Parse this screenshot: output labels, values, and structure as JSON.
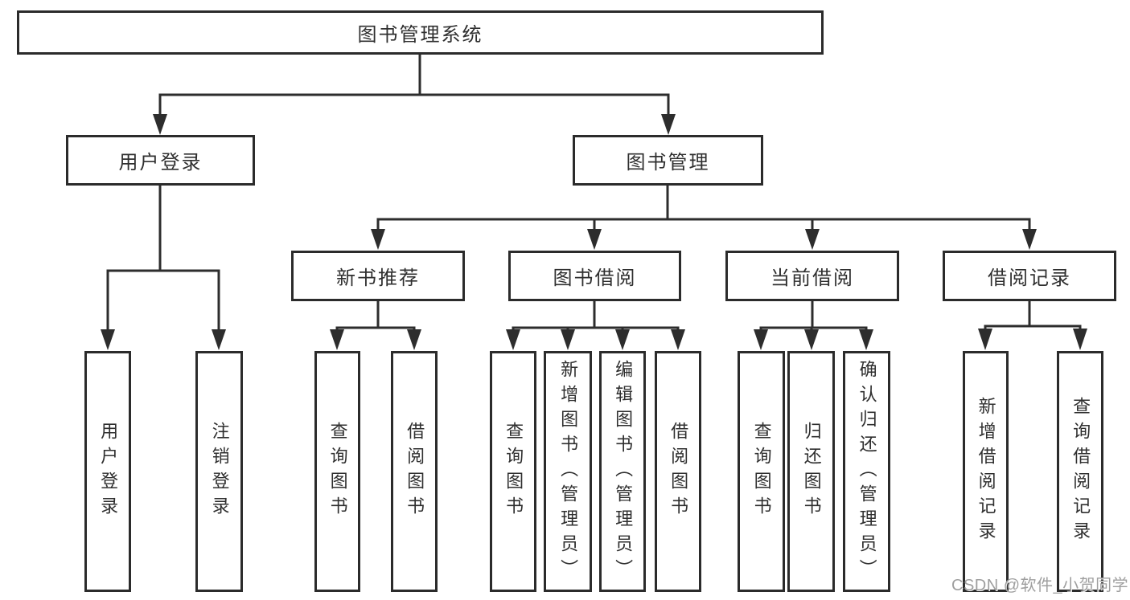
{
  "colors": {
    "background": "#ffffff",
    "line": "#2d2d2d",
    "text": "#2f2f2f",
    "watermark": "#9f9f9f"
  },
  "watermark": {
    "text": "CSDN @软件_小贺同学"
  },
  "tree": {
    "root": {
      "label": "图书管理系统"
    },
    "branches": [
      {
        "label": "用户登录",
        "children": [
          {
            "label": "用户登录"
          },
          {
            "label": "注销登录"
          }
        ]
      },
      {
        "label": "图书管理",
        "children": [
          {
            "label": "新书推荐",
            "children": [
              {
                "label": "查询图书"
              },
              {
                "label": "借阅图书"
              }
            ]
          },
          {
            "label": "图书借阅",
            "children": [
              {
                "label": "查询图书"
              },
              {
                "label": "新增图书（管理员）"
              },
              {
                "label": "编辑图书（管理员）"
              },
              {
                "label": "借阅图书"
              }
            ]
          },
          {
            "label": "当前借阅",
            "children": [
              {
                "label": "查询图书"
              },
              {
                "label": "归还图书"
              },
              {
                "label": "确认归还（管理员）"
              }
            ]
          },
          {
            "label": "借阅记录",
            "children": [
              {
                "label": "新增借阅记录"
              },
              {
                "label": "查询借阅记录"
              }
            ]
          }
        ]
      }
    ]
  }
}
